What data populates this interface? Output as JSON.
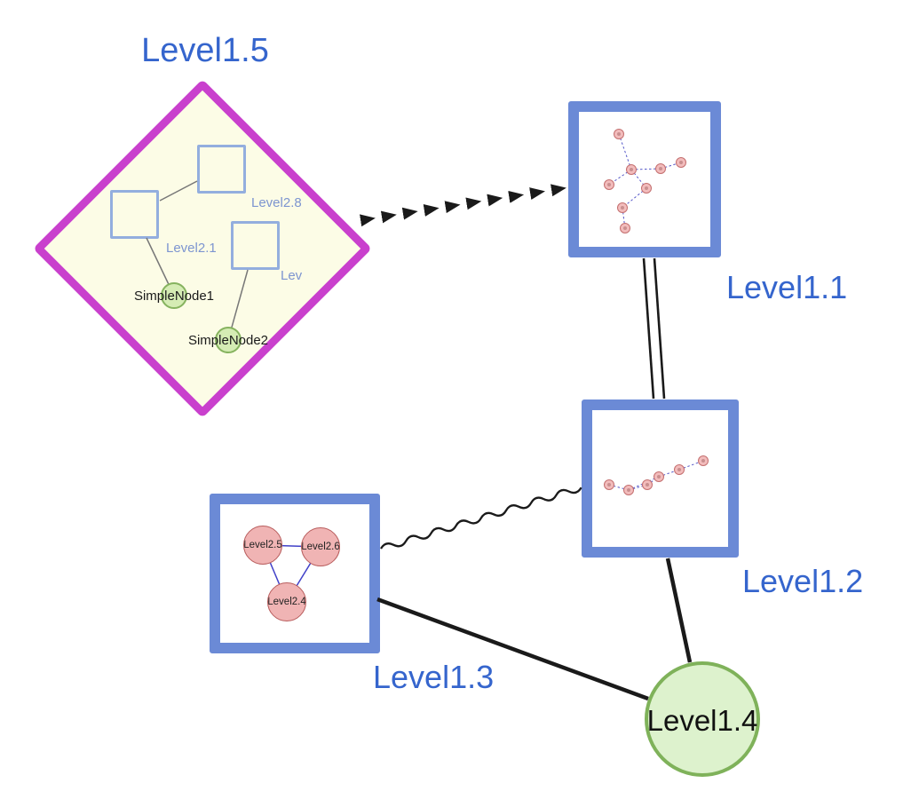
{
  "nodes": {
    "level1_1": {
      "label": "Level1.1",
      "shape": "square-group"
    },
    "level1_2": {
      "label": "Level1.2",
      "shape": "square-group"
    },
    "level1_3": {
      "label": "Level1.3",
      "shape": "square-group",
      "children": [
        {
          "label": "Level2.5",
          "shape": "circle"
        },
        {
          "label": "Level2.6",
          "shape": "circle"
        },
        {
          "label": "Level2.4",
          "shape": "circle"
        }
      ]
    },
    "level1_4": {
      "label": "Level1.4",
      "shape": "circle"
    },
    "level1_5": {
      "label": "Level1.5",
      "shape": "diamond-group",
      "children": {
        "squares": [
          {
            "label": "Level2.8",
            "shape": "square"
          },
          {
            "label": "Level2.1",
            "shape": "square"
          },
          {
            "label": "Lev",
            "shape": "square"
          }
        ],
        "simple_nodes": [
          {
            "label": "SimpleNode1",
            "shape": "circle"
          },
          {
            "label": "SimpleNode2",
            "shape": "circle"
          }
        ]
      }
    }
  },
  "edges": [
    {
      "from": "Level1.5",
      "to": "Level1.1",
      "style": "bold-dashed-arrowheads"
    },
    {
      "from": "Level1.1",
      "to": "Level1.2",
      "style": "double-parallel-line"
    },
    {
      "from": "Level1.3",
      "to": "Level1.2",
      "style": "wavy-line"
    },
    {
      "from": "Level1.3",
      "to": "Level1.4",
      "style": "solid-line"
    },
    {
      "from": "Level1.2",
      "to": "Level1.4",
      "style": "solid-line"
    }
  ],
  "colors": {
    "label_blue": "#3565cd",
    "diamond_border_magenta": "#c940cd",
    "diamond_fill_yellow": "#fcfce6",
    "group_box_border_blue": "#6b8ad6",
    "inner_square_border_blue": "#93aede",
    "inner_label_blue": "#7d95d0",
    "simple_node_fill_green": "#d5ecb4",
    "simple_node_border_green": "#86b35f",
    "level1_4_fill_green": "#ddf2cd",
    "level1_4_border_green": "#7fb25a",
    "pink_node_fill": "#f0b4b4",
    "pink_node_border": "#b85c5c",
    "edge_black": "#1a1a1a",
    "inner_edge_blue": "#5558c8"
  }
}
